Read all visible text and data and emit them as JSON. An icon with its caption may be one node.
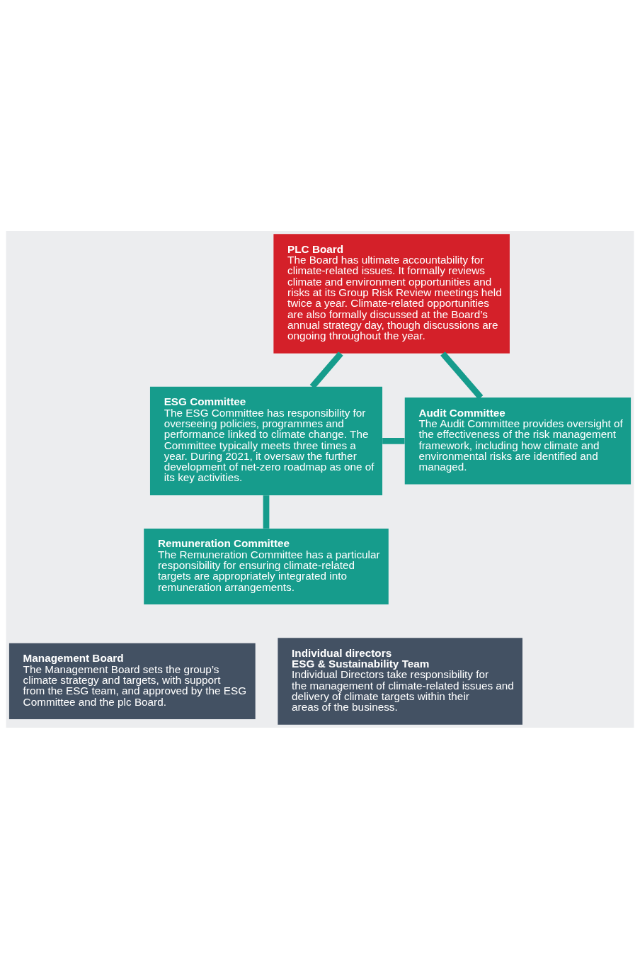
{
  "diagram": {
    "nodes": [
      {
        "text": [
          "PLC Board",
          "The Board has ultimate accountability for climate-related issues. It formally reviews climate and environment opportunities and risks at its Group Risk Review meetings held twice a year. Climate-related opportunities are also formally discussed at the Board’s annual strategy day, though discussions are ongoing throughout the year."
        ]
      },
      {
        "text": [
          "ESG Committee",
          "The ESG Committee has responsibility for overseeing policies, programmes and performance linked to climate change. The Committee typically meets three times a year. During 2021, it oversaw the further development of net-zero roadmap as one of its key activities."
        ]
      },
      {
        "text": [
          "Audit Committee",
          "The Audit Committee provides oversight of the effectiveness of the risk management framework, including how climate and environmental risks are identified and managed."
        ]
      },
      {
        "text": [
          "Remuneration Committee",
          "The Remuneration Committee has a particular responsibility for ensuring climate-related targets are appropriately integrated into remuneration arrangements."
        ]
      },
      {
        "text": [
          "Management Board",
          "The Management Board sets the group’s climate strategy and targets, with support from the ESG team, and approved by the ESG Committee and the plc Board."
        ]
      },
      {
        "text": [
          "Individual directors",
          "ESG & Sustainability Team",
          "Individual Directors take responsibility for the management of climate-related issues and delivery of climate targets within their areas of the business."
        ]
      }
    ],
    "edges": [
      {
        "from": 0,
        "to": 1,
        "arrow": "none"
      },
      {
        "from": 0,
        "to": 2,
        "arrow": "none"
      },
      {
        "from": 1,
        "to": 2,
        "arrow": "none"
      },
      {
        "from": 1,
        "to": 3,
        "arrow": "none"
      }
    ]
  }
}
